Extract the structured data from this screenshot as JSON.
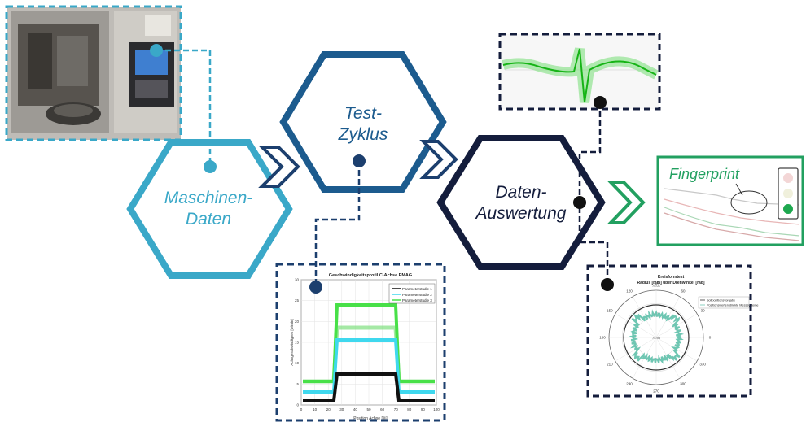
{
  "colors": {
    "light_blue": "#3aa8c8",
    "mid_blue": "#1c5b8e",
    "navy": "#141d3c",
    "green": "#22a060",
    "signal_green": "#2ee02e"
  },
  "nodes": {
    "maschinen": {
      "line1": "Maschinen-",
      "line2": "Daten"
    },
    "test": {
      "line1": "Test-",
      "line2": "Zyklus"
    },
    "daten": {
      "line1": "Daten-",
      "line2": "Auswertung"
    }
  },
  "fingerprint": {
    "label": "Fingerprint"
  },
  "speed_chart": {
    "title": "Geschwindigkeitsprofil C-Achse EMAG",
    "xlabel": "Position Achse [%]",
    "ylabel": "Achsgeschwindigkeit [U/min]",
    "xticks": [
      "0",
      "10",
      "20",
      "30",
      "40",
      "50",
      "60",
      "70",
      "80",
      "90",
      "100"
    ],
    "yticks": [
      "0",
      "5",
      "10",
      "15",
      "20",
      "25",
      "30"
    ],
    "legend": [
      "Parameterstudie 1",
      "Parameterstudie 2",
      "Parameterstudie 3"
    ]
  },
  "polar_chart": {
    "title": "Kreisformtest",
    "subtitle": "Radius [mm] über Drehwinkel [rad]",
    "legend": [
      "Sollpositionsvorgabe",
      "Positionswerten direkte Messsysteme"
    ],
    "angle_labels": [
      "0",
      "30",
      "60",
      "90",
      "120",
      "150",
      "180",
      "210",
      "240",
      "270",
      "300",
      "330"
    ],
    "radius_labels": [
      "75.01",
      "74.99",
      "74.98"
    ]
  }
}
